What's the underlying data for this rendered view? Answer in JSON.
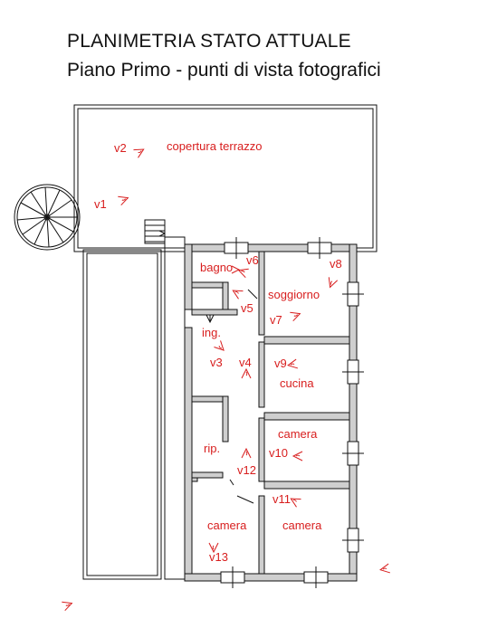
{
  "header": {
    "title": "PLANIMETRIA STATO ATTUALE",
    "subtitle": "Piano Primo - punti di vista fotografici"
  },
  "colors": {
    "annotation": "#d81e1e",
    "wall_fill": "#cfcfcf",
    "line": "#111111"
  },
  "rooms": {
    "terrazzo": "copertura terrazzo",
    "bagno": "bagno",
    "soggiorno": "soggiorno",
    "ingresso": "ing.",
    "cucina": "cucina",
    "camera_1": "camera",
    "ripostiglio": "rip.",
    "camera_2": "camera",
    "camera_3": "camera"
  },
  "viewpoints": [
    {
      "id": "v1",
      "label": "v1"
    },
    {
      "id": "v2",
      "label": "v2"
    },
    {
      "id": "v3",
      "label": "v3"
    },
    {
      "id": "v4",
      "label": "v4"
    },
    {
      "id": "v5",
      "label": "v5"
    },
    {
      "id": "v6",
      "label": "v6"
    },
    {
      "id": "v7",
      "label": "v7"
    },
    {
      "id": "v8",
      "label": "v8"
    },
    {
      "id": "v9",
      "label": "v9"
    },
    {
      "id": "v10",
      "label": "v10"
    },
    {
      "id": "v11",
      "label": "v11"
    },
    {
      "id": "v12",
      "label": "v12"
    },
    {
      "id": "v13",
      "label": "v13"
    }
  ]
}
